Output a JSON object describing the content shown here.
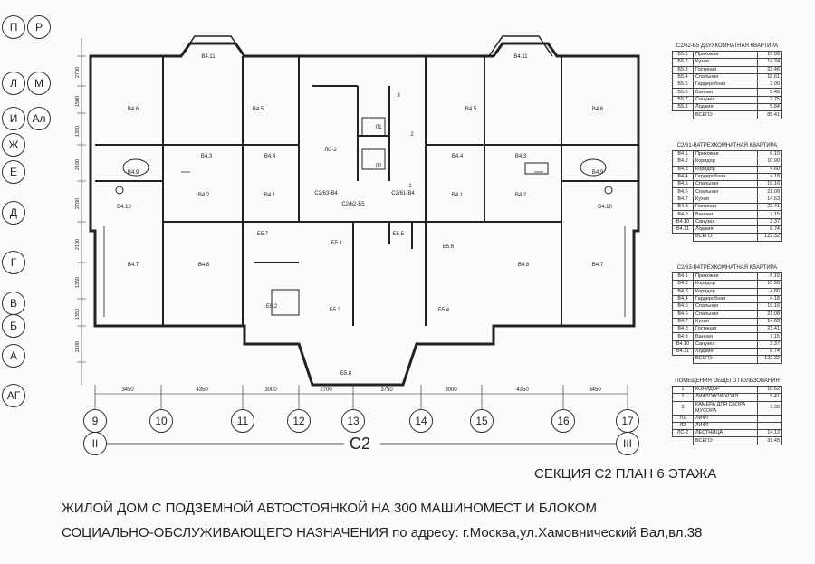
{
  "axes_left": [
    "П",
    "Л",
    "И",
    "Ж",
    "Е",
    "Д",
    "Г",
    "В",
    "Б",
    "А",
    "АГ"
  ],
  "axes_left2": [
    "Р",
    "М",
    "Ал"
  ],
  "axes_bottom": [
    "9",
    "10",
    "11",
    "12",
    "13",
    "14",
    "15",
    "16",
    "17"
  ],
  "axes_bottom2": [
    "II",
    "III"
  ],
  "dims_bottom": [
    "3450",
    "4350",
    "3000",
    "2700",
    "3750",
    "3000",
    "4350",
    "3450"
  ],
  "dims_left": [
    "2700",
    "1500",
    "1350",
    "2100",
    "2700",
    "2100",
    "1350",
    "1350",
    "2100"
  ],
  "rooms": [
    "В4.11",
    "В4.6",
    "В4.5",
    "В4.3",
    "В4.4",
    "В4.9",
    "В4.2",
    "В4.1",
    "В4.10",
    "В4.7",
    "В4.8",
    "3",
    "Л1",
    "2",
    "ЛС-2",
    "Л2",
    "1",
    "С2/63-В4",
    "С2/62-Б5",
    "С2/61-В4",
    "Б5.7",
    "Б5.1",
    "Б5.5",
    "Б5.6",
    "Б5.2",
    "Б5.3",
    "Б5.4",
    "Б5.8",
    "В4.11",
    "В4.5",
    "В4.6",
    "В4.4",
    "В4.3",
    "В4.9",
    "В4.1",
    "В4.2",
    "В4.10",
    "В4.8",
    "В4.7"
  ],
  "section_label": "С2",
  "tables": [
    {
      "title": "С2/62-Б5 ДВУХКОМНАТНАЯ КВАРТИРА",
      "rows": [
        [
          "Б5.1",
          "Прихожая",
          "13.08"
        ],
        [
          "Б5.2",
          "Кухня",
          "14.24"
        ],
        [
          "Б5.3",
          "Гостиная",
          "23.46"
        ],
        [
          "Б5.4",
          "Спальная",
          "18.61"
        ],
        [
          "Б5.5",
          "Гардеробная",
          "2.00"
        ],
        [
          "Б5.6",
          "Ванная",
          "5.43"
        ],
        [
          "Б5.7",
          "Санузел",
          "2.75"
        ],
        [
          "Б5.8",
          "Лоджия",
          "5.84"
        ]
      ],
      "total_label": "ВСЕГО:",
      "total": "85.41"
    },
    {
      "title": "С2/61-В4ТРЕХКОМНАТНАЯ КВАРТИРА",
      "rows": [
        [
          "В4.1",
          "Прихожая",
          "6.10"
        ],
        [
          "В4.2",
          "Коридор",
          "10.90"
        ],
        [
          "В4.3",
          "Коридор",
          "4.60"
        ],
        [
          "В4.4",
          "Гардеробная",
          "4.18"
        ],
        [
          "В4.5",
          "Спальная",
          "19.16"
        ],
        [
          "В4.6",
          "Спальная",
          "21.08"
        ],
        [
          "В4.7",
          "Кухня",
          "14.63"
        ],
        [
          "В4.8",
          "Гостиная",
          "23.41"
        ],
        [
          "В4.9",
          "Ванная",
          "7.15"
        ],
        [
          "В4.10",
          "Санузел",
          "2.37"
        ],
        [
          "В4.11",
          "Лоджия",
          "8.74"
        ]
      ],
      "total_label": "ВСЕГО:",
      "total": "122.32"
    },
    {
      "title": "С2/63-В4ТРЕХКОМНАТНАЯ КВАРТИРА",
      "rows": [
        [
          "В4.1",
          "Прихожая",
          "6.10"
        ],
        [
          "В4.2",
          "Коридор",
          "10.90"
        ],
        [
          "В4.3",
          "Коридор",
          "4.80"
        ],
        [
          "В4.4",
          "Гардеробная",
          "4.18"
        ],
        [
          "В4.5",
          "Спальная",
          "19.16"
        ],
        [
          "В4.6",
          "Спальная",
          "21.08"
        ],
        [
          "В4.7",
          "Кухня",
          "14.63"
        ],
        [
          "В4.8",
          "Гостиная",
          "23.41"
        ],
        [
          "В4.9",
          "Ванная",
          "7.15"
        ],
        [
          "В4.10",
          "Санузел",
          "2.37"
        ],
        [
          "В4.11",
          "Лоджия",
          "8.74"
        ]
      ],
      "total_label": "ВСЕГО:",
      "total": "122.32"
    },
    {
      "title": "ПОМЕЩЕНИЯ ОБЩЕГО ПОЛЬЗОВАНИЯ",
      "rows": [
        [
          "1",
          "КОРИДОР",
          "10.62"
        ],
        [
          "2",
          "ЛИФТОВОЙ ХОЛЛ",
          "5.41"
        ],
        [
          "3",
          "КАМЕРА ДЛЯ СБОРА МУСОРА",
          "1.30"
        ],
        [
          "Л1",
          "ЛИФТ",
          ""
        ],
        [
          "Л2",
          "ЛИФТ",
          ""
        ],
        [
          "ЛС-2",
          "ЛЕСТНИЦА",
          "14.12"
        ]
      ],
      "total_label": "ВСЕГО:",
      "total": "31.45"
    }
  ],
  "title": "СЕКЦИЯ С2 ПЛАН 6 ЭТАЖА",
  "caption_line1": "ЖИЛОЙ ДОМ С ПОДЗЕМНОЙ АВТОСТОЯНКОЙ НА 300 МАШИНОМЕСТ И БЛОКОМ",
  "caption_line2": "СОЦИАЛЬНО-ОБСЛУЖИВАЮЩЕГО  НАЗНАЧЕНИЯ по адресу: г.Москва,ул.Хамовнический Вал,вл.38"
}
